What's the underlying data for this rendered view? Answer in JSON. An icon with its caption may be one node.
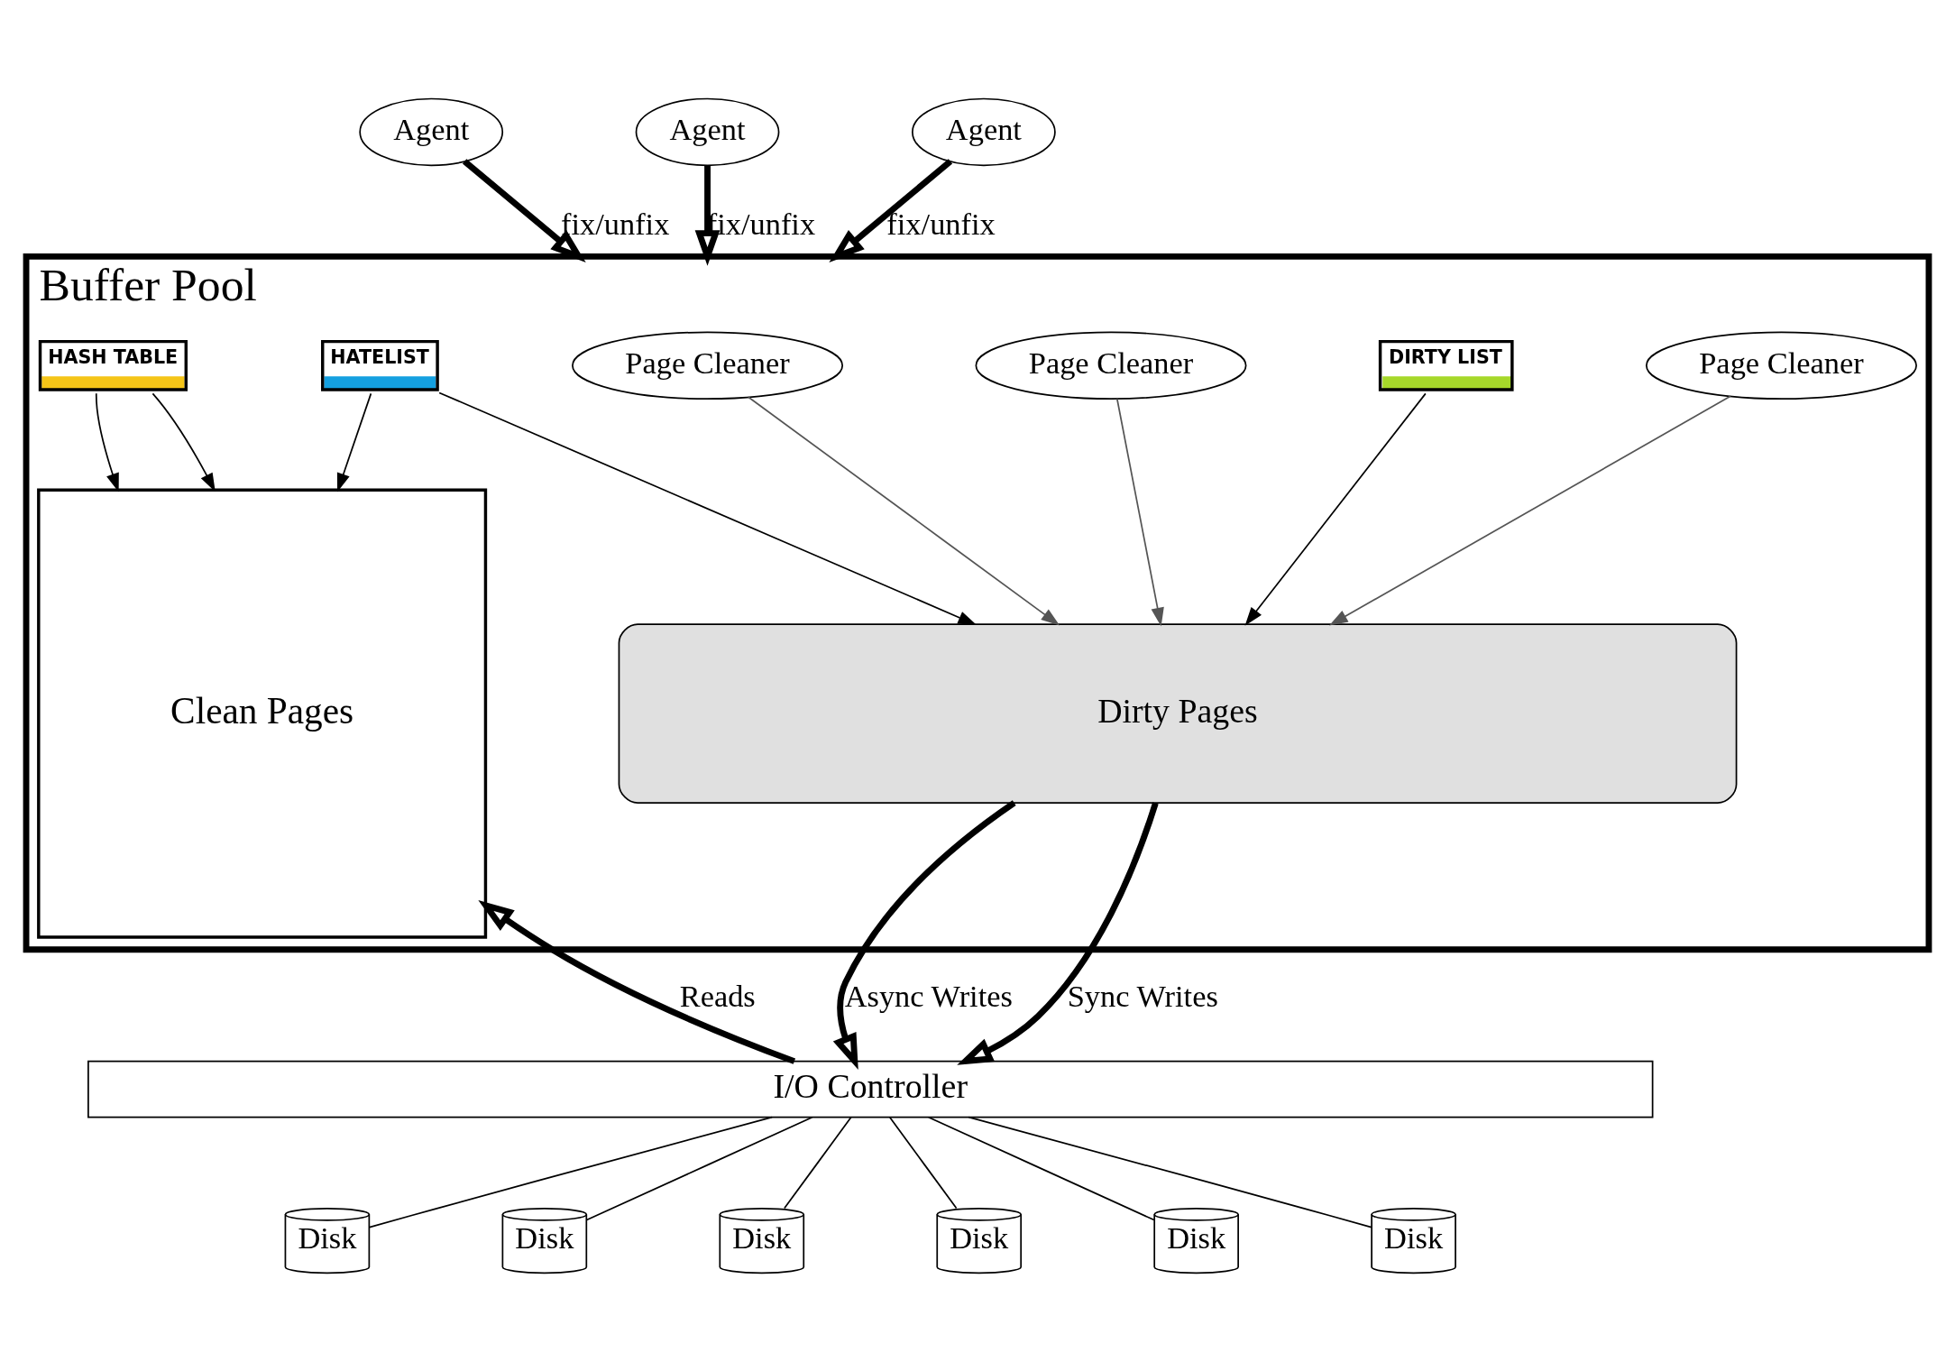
{
  "diagram": {
    "nodes": [
      {
        "text": [
          "Agent"
        ]
      },
      {
        "text": [
          "Agent"
        ]
      },
      {
        "text": [
          "Agent"
        ]
      },
      {
        "text": [
          "Buffer Pool"
        ]
      },
      {
        "text": [
          "Clean Pages"
        ],
        "in": 3
      },
      {
        "text": [
          "HATELIST"
        ],
        "in": 3
      },
      {
        "text": [
          "Page Cleaner"
        ],
        "in": 3
      },
      {
        "text": [
          "Page Cleaner"
        ],
        "in": 3
      },
      {
        "text": [
          "Page Cleaner"
        ],
        "in": 3
      },
      {
        "text": [
          "HASH TABLE"
        ],
        "in": 3
      },
      {
        "text": [
          "Dirty Pages"
        ],
        "in": 3
      },
      {
        "text": [
          "DIRTY LIST"
        ],
        "in": 3
      },
      {
        "text": [
          "I/O Controller"
        ]
      },
      {
        "text": [
          "Disk"
        ]
      },
      {
        "text": [
          "Disk"
        ]
      },
      {
        "text": [
          "Disk"
        ]
      },
      {
        "text": [
          "Disk"
        ]
      },
      {
        "text": [
          "Disk"
        ]
      },
      {
        "text": [
          "Disk"
        ]
      }
    ],
    "edges": [
      {
        "from": 0,
        "to": 3,
        "arrow": "to",
        "label": "fix/unfix",
        "style": "thick"
      },
      {
        "from": 1,
        "to": 3,
        "arrow": "to",
        "label": "fix/unfix",
        "style": "thick"
      },
      {
        "from": 2,
        "to": 3,
        "arrow": "to",
        "label": "fix/unfix",
        "style": "thick"
      },
      {
        "from": 5,
        "to": 4,
        "arrow": "to"
      },
      {
        "from": 5,
        "to": 10,
        "arrow": "to"
      },
      {
        "from": 9,
        "to": 4,
        "arrow": "to"
      },
      {
        "from": 9,
        "to": 4,
        "arrow": "to"
      },
      {
        "from": 11,
        "to": 10,
        "arrow": "to"
      },
      {
        "from": 6,
        "to": 10,
        "arrow": "to",
        "color": "#555555"
      },
      {
        "from": 7,
        "to": 10,
        "arrow": "to",
        "color": "#555555"
      },
      {
        "from": 8,
        "to": 10,
        "arrow": "to",
        "color": "#555555"
      },
      {
        "from": 12,
        "to": 4,
        "arrow": "to",
        "label": "Reads",
        "style": "thick"
      },
      {
        "from": 10,
        "to": 12,
        "arrow": "to",
        "label": "Async Writes",
        "style": "thick"
      },
      {
        "from": 10,
        "to": 12,
        "arrow": "to",
        "label": "Sync Writes",
        "style": "thick"
      },
      {
        "from": 12,
        "to": 13,
        "arrow": "none"
      },
      {
        "from": 12,
        "to": 14,
        "arrow": "none"
      },
      {
        "from": 12,
        "to": 15,
        "arrow": "none"
      },
      {
        "from": 12,
        "to": 16,
        "arrow": "none"
      },
      {
        "from": 12,
        "to": 17,
        "arrow": "none"
      },
      {
        "from": 12,
        "to": 18,
        "arrow": "none"
      }
    ]
  }
}
